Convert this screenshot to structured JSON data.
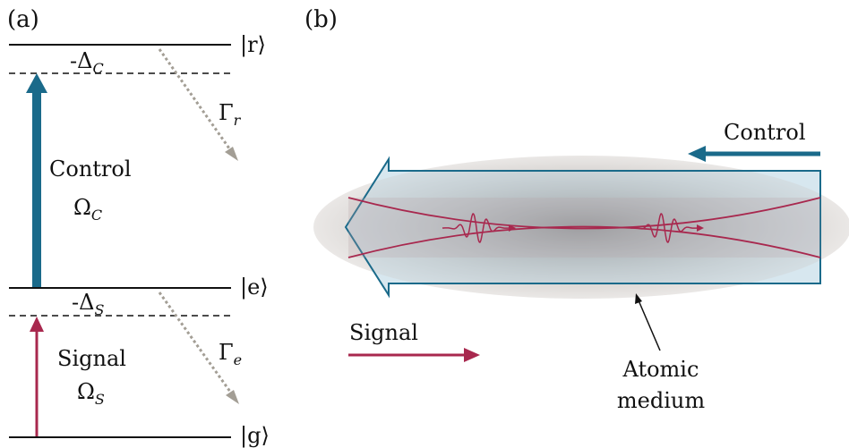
{
  "panel_a": {
    "label": "(a)",
    "level_r": "|r⟩",
    "level_e": "|e⟩",
    "level_g": "|g⟩",
    "detuning_control": "-Δ",
    "detuning_control_sub": "C",
    "detuning_signal": "-Δ",
    "detuning_signal_sub": "S",
    "decay_r": "Γ",
    "decay_r_sub": "r",
    "decay_e": "Γ",
    "decay_e_sub": "e",
    "control_label": "Control",
    "control_rabi": "Ω",
    "control_rabi_sub": "C",
    "signal_label": "Signal",
    "signal_rabi": "Ω",
    "signal_rabi_sub": "S"
  },
  "panel_b": {
    "label": "(b)",
    "control_label": "Control",
    "signal_label": "Signal",
    "medium_label_line1": "Atomic",
    "medium_label_line2": "medium"
  },
  "colors": {
    "control": "#1a6a8a",
    "signal": "#a8284e",
    "decay": "#a39e95",
    "line": "#111111",
    "medium": "#9a9590",
    "beam_fill": "#cfe3ec"
  }
}
